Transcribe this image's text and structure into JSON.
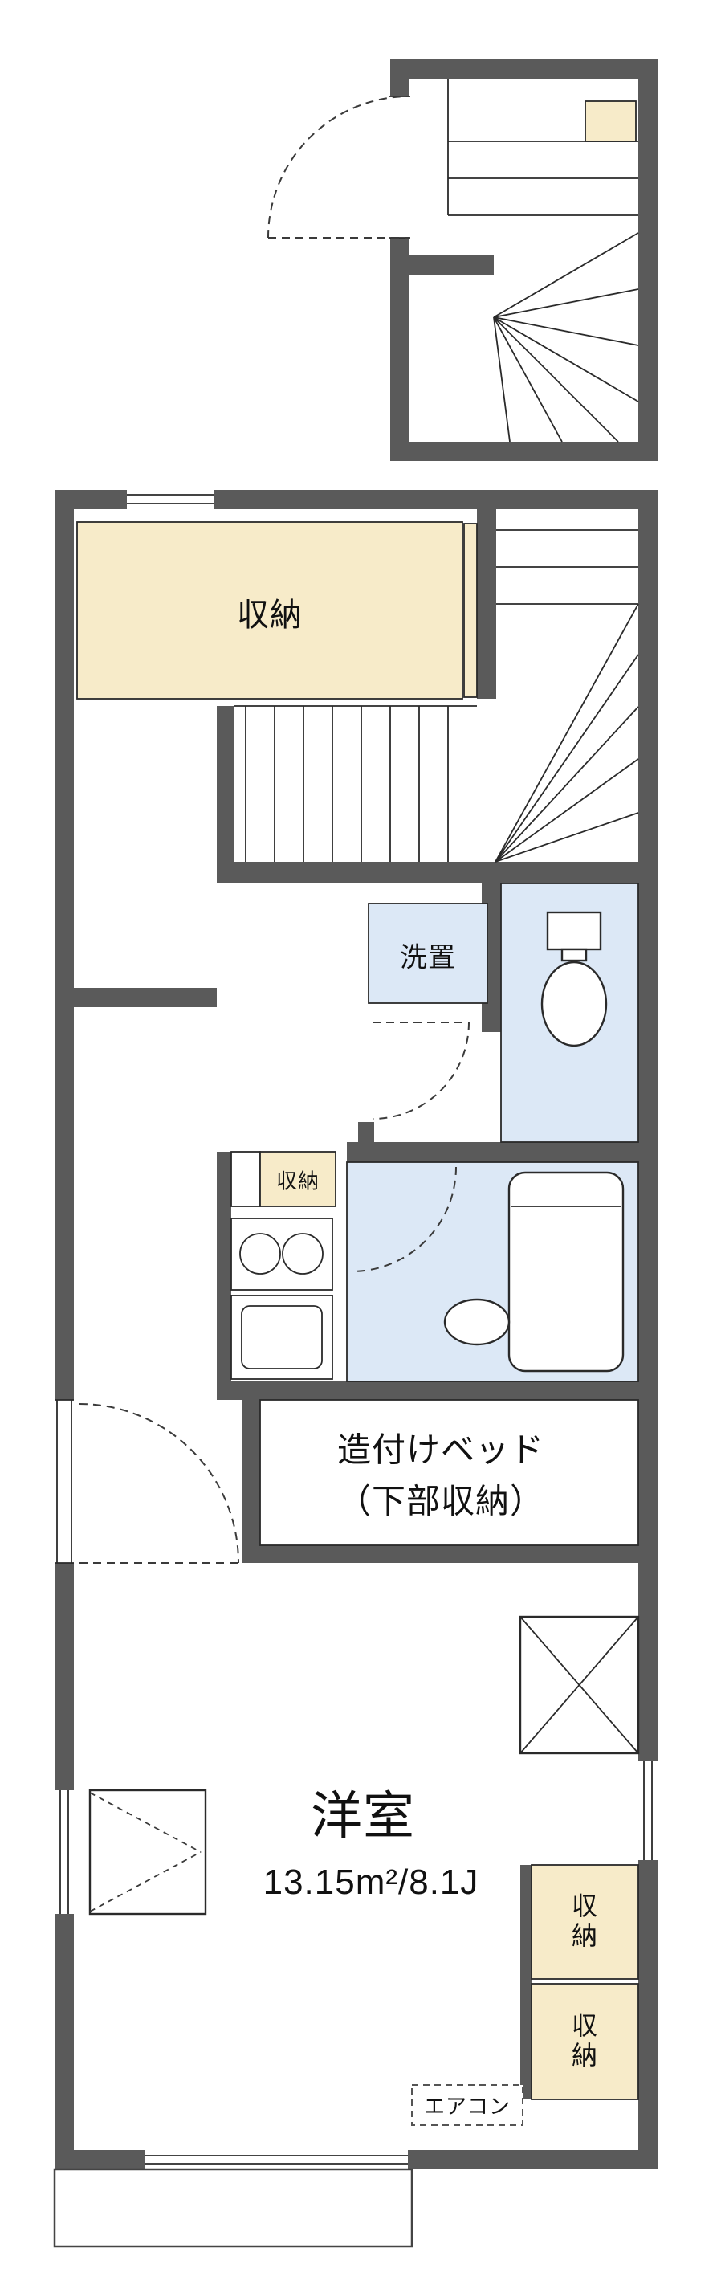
{
  "plan": {
    "upper_storage": "収納",
    "laundry": "洗置",
    "small_storage": "収納",
    "bed_line1": "造付けベッド",
    "bed_line2": "（下部収納）",
    "room_name": "洋室",
    "room_size": "13.15m²/8.1J",
    "closet_upper": "収納",
    "closet_lower": "収納",
    "aircon": "エアコン"
  },
  "colors": {
    "wall": "#5a5a5a",
    "storage_fill": "#f7ebc9",
    "wet_area_fill": "#dce8f6",
    "line": "#2a2a2a",
    "background": "#ffffff"
  }
}
